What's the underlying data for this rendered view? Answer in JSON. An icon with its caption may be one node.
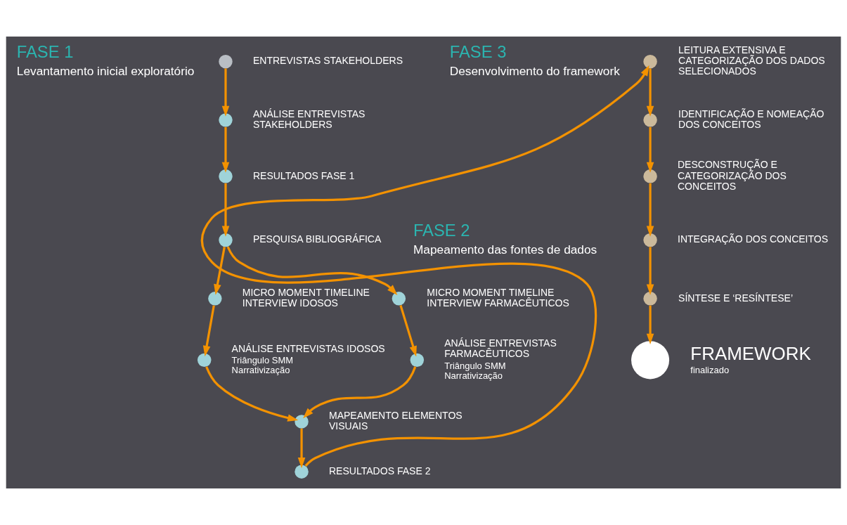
{
  "diagram": {
    "nodes": [
      {
        "text": [],
        "shape": "circle",
        "beside": [
          "ENTREVISTAS STAKEHOLDERS"
        ]
      },
      {
        "text": [],
        "shape": "circle",
        "beside": [
          "ANÁLISE ENTREVISTAS STAKEHOLDERS"
        ]
      },
      {
        "text": [],
        "shape": "circle",
        "beside": [
          "RESULTADOS FASE 1"
        ]
      },
      {
        "text": [],
        "shape": "circle",
        "beside": [
          "PESQUISA BIBLIOGRÁFICA"
        ]
      },
      {
        "text": [],
        "shape": "circle",
        "beside": [
          "MICRO MOMENT TIMELINE INTERVIEW IDOSOS"
        ]
      },
      {
        "text": [],
        "shape": "circle",
        "beside": [
          "MICRO MOMENT TIMELINE INTERVIEW FARMACÊUTICOS"
        ]
      },
      {
        "text": [],
        "shape": "circle",
        "beside": [
          "ANÁLISE ENTREVISTAS IDOSOS",
          "Triângulo SMM Narrativização"
        ]
      },
      {
        "text": [],
        "shape": "circle",
        "beside": [
          "ANÁLISE ENTREVISTAS FARMACÊUTICOS",
          "Triângulo SMM Narrativização"
        ]
      },
      {
        "text": [],
        "shape": "circle",
        "beside": [
          "MAPEAMENTO ELEMENTOS VISUAIS"
        ]
      },
      {
        "text": [],
        "shape": "circle",
        "beside": [
          "RESULTADOS FASE 2"
        ]
      },
      {
        "text": [],
        "shape": "circle",
        "beside": [
          "LEITURA EXTENSIVA E CATEGORIZAÇÃO DOS DADOS SELECIONADOS"
        ]
      },
      {
        "text": [],
        "shape": "circle",
        "beside": [
          "IDENTIFICAÇÃO E NOMEAÇÃO DOS CONCEITOS"
        ]
      },
      {
        "text": [],
        "shape": "circle",
        "beside": [
          "DESCONSTRUÇÃO E CATEGORIZAÇÃO DOS CONCEITOS"
        ]
      },
      {
        "text": [],
        "shape": "circle",
        "beside": [
          "INTEGRAÇÃO DOS CONCEITOS"
        ]
      },
      {
        "text": [],
        "shape": "circle",
        "beside": [
          "SÍNTESE E ‘RESÍNTESE’"
        ]
      },
      {
        "text": [],
        "shape": "circle",
        "beside": [
          "FRAMEWORK",
          "finalizado"
        ]
      }
    ],
    "edges": [
      {
        "from": 0,
        "to": 1,
        "arrow": "to"
      },
      {
        "from": 1,
        "to": 2,
        "arrow": "to"
      },
      {
        "from": 2,
        "to": 3,
        "arrow": "to"
      },
      {
        "from": 3,
        "to": 4,
        "arrow": "to"
      },
      {
        "from": 3,
        "to": 5,
        "arrow": "to"
      },
      {
        "from": 4,
        "to": 6,
        "arrow": "to"
      },
      {
        "from": 5,
        "to": 7,
        "arrow": "to"
      },
      {
        "from": 6,
        "to": 8,
        "arrow": "to"
      },
      {
        "from": 7,
        "to": 8,
        "arrow": "to"
      },
      {
        "from": 8,
        "to": 9,
        "arrow": "to"
      },
      {
        "from": 9,
        "to": 10,
        "arrow": "to"
      },
      {
        "from": 10,
        "to": 11,
        "arrow": "to"
      },
      {
        "from": 11,
        "to": 12,
        "arrow": "to"
      },
      {
        "from": 12,
        "to": 13,
        "arrow": "to"
      },
      {
        "from": 13,
        "to": 14,
        "arrow": "to"
      },
      {
        "from": 14,
        "to": 15,
        "arrow": "to"
      }
    ],
    "labels": [
      "FASE 1",
      "Levantamento inicial exploratório",
      "FASE 2",
      "Mapeamento das fontes de dados",
      "FASE 3",
      "Desenvolvimento do framework"
    ]
  }
}
